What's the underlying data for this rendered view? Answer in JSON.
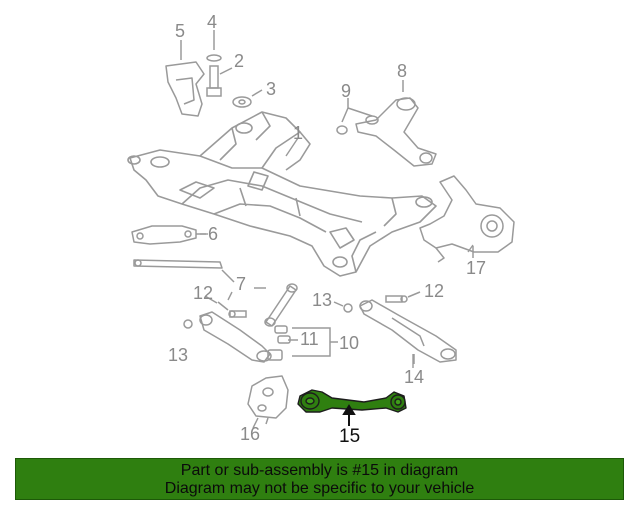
{
  "diagram": {
    "callouts": {
      "c1": "1",
      "c2": "2",
      "c3": "3",
      "c4": "4",
      "c5": "5",
      "c6": "6",
      "c7": "7",
      "c8": "8",
      "c9": "9",
      "c10": "10",
      "c11": "11",
      "c12a": "12",
      "c12b": "12",
      "c13a": "13",
      "c13b": "13",
      "c14": "14",
      "c15": "15",
      "c16": "16",
      "c17": "17"
    },
    "highlighted_part": "15",
    "colors": {
      "line_art": "#9a9a9a",
      "highlight_part": "#2f7f10",
      "banner_background": "#2f7f10"
    }
  },
  "banner": {
    "line1": "Part or sub-assembly is #15 in diagram",
    "line2": "Diagram may not be specific to your vehicle"
  }
}
